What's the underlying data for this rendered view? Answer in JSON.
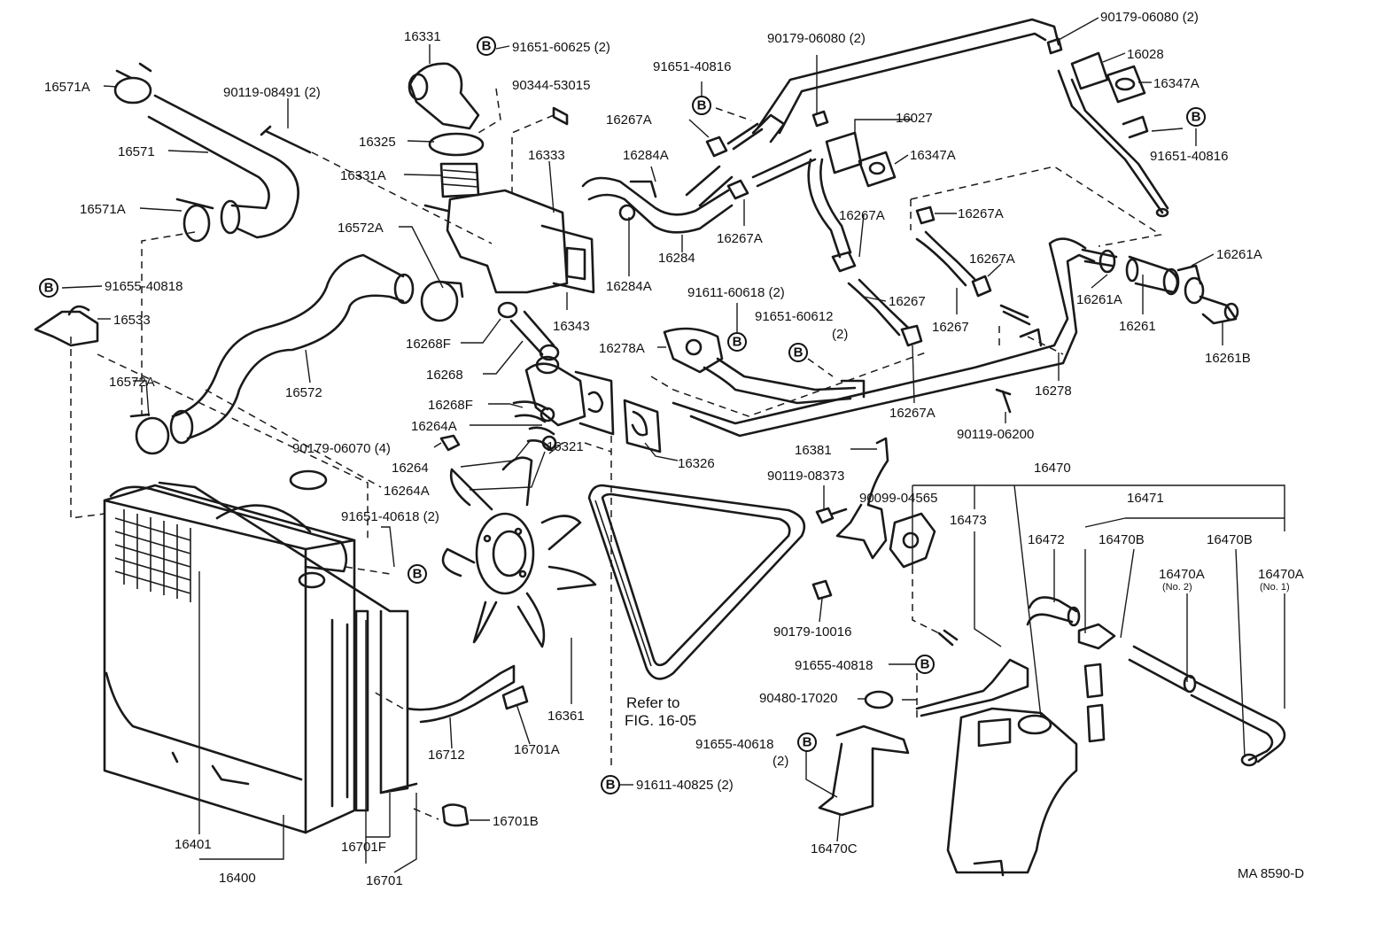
{
  "labels": {
    "l16331": "16331",
    "l91651_60625": "91651-60625 (2)",
    "l90344_53015": "90344-53015",
    "l16571A_top": "16571A",
    "l90119_08491": "90119-08491 (2)",
    "l16325": "16325",
    "l16571": "16571",
    "l16331A": "16331A",
    "l16333": "16333",
    "l16571A_mid": "16571A",
    "l16572A_top": "16572A",
    "l91655_40818_left": "91655-40818",
    "l16533": "16533",
    "l16343": "16343",
    "l16268F_top": "16268F",
    "l16268": "16268",
    "l16572A_low": "16572A",
    "l16572": "16572",
    "l16268F_mid": "16268F",
    "l16264A_top": "16264A",
    "l90179_06070": "90179-06070 (4)",
    "l16264": "16264",
    "l16321": "16321",
    "l16264A_low": "16264A",
    "l16326": "16326",
    "l91651_40618": "91651-40618 (2)",
    "l90179_06080_mid": "90179-06080 (2)",
    "l91651_40816_mid": "91651-40816",
    "l16267A_1": "16267A",
    "l16284A_top": "16284A",
    "l16027": "16027",
    "l16347A_mid": "16347A",
    "l16267A_2": "16267A",
    "l16267A_3": "16267A",
    "l16284": "16284",
    "l16284A_low": "16284A",
    "l16267A_4": "16267A",
    "l16267A_5": "16267A",
    "l16267_a": "16267",
    "l16267_b": "16267",
    "l91611_60618": "91611-60618 (2)",
    "l91651_60612": "91651-60612",
    "l91651_60612_qty": "(2)",
    "l16278A": "16278A",
    "l16267A_6": "16267A",
    "l90179_06080_top": "90179-06080 (2)",
    "l16028": "16028",
    "l16347A_top": "16347A",
    "l91651_40816_right": "91651-40816",
    "l16261A_1": "16261A",
    "l16261A_2": "16261A",
    "l16261": "16261",
    "l16261B": "16261B",
    "l16278": "16278",
    "l90119_06200": "90119-06200",
    "l16381": "16381",
    "l90119_08373": "90119-08373",
    "l16470": "16470",
    "l90099_04565": "90099-04565",
    "l16471": "16471",
    "l16473": "16473",
    "l16472": "16472",
    "l16470B_1": "16470B",
    "l16470B_2": "16470B",
    "l16470A_2": "16470A",
    "l16470A_2_note": "(No. 2)",
    "l16470A_1": "16470A",
    "l16470A_1_note": "(No. 1)",
    "l90179_10016": "90179-10016",
    "l91655_40818_right": "91655-40818",
    "l90480_17020": "90480-17020",
    "l91655_40618": "91655-40618",
    "l91655_40618_qty": "(2)",
    "l16470C": "16470C",
    "l16361": "16361",
    "l16712": "16712",
    "l16701A": "16701A",
    "l16701B": "16701B",
    "l16701F": "16701F",
    "l16701": "16701",
    "l16401": "16401",
    "l16400": "16400",
    "l91611_40825": "91611-40825 (2)",
    "refer_line1": "Refer to",
    "refer_line2": "FIG. 16-05",
    "ref_code": "MA 8590-D",
    "b_marker": "B"
  }
}
